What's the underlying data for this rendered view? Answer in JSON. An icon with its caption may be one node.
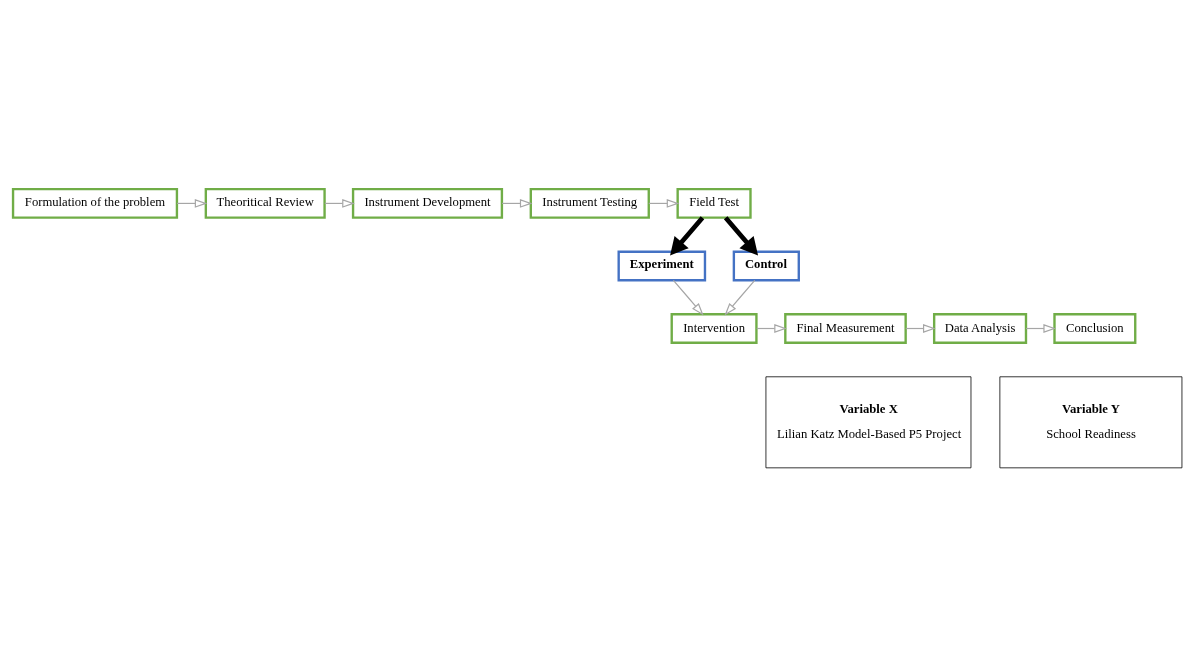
{
  "diagram": {
    "nodes": [
      {
        "text": [
          "Formulation of the problem"
        ]
      },
      {
        "text": [
          "Theoritical Review"
        ]
      },
      {
        "text": [
          "Instrument Development"
        ]
      },
      {
        "text": [
          "Instrument Testing"
        ]
      },
      {
        "text": [
          "Field Test"
        ]
      },
      {
        "text": [
          "Experiment"
        ]
      },
      {
        "text": [
          "Control"
        ]
      },
      {
        "text": [
          "Intervention"
        ]
      },
      {
        "text": [
          "Final Measurement"
        ]
      },
      {
        "text": [
          "Data Analysis"
        ]
      },
      {
        "text": [
          "Conclusion"
        ]
      },
      {
        "text": [
          "Variable X",
          "Lilian Katz Model-Based P5 Project"
        ]
      },
      {
        "text": [
          "Variable Y",
          "School Readiness"
        ]
      }
    ],
    "edges": [
      {
        "from": 0,
        "to": 1,
        "arrow": "to"
      },
      {
        "from": 1,
        "to": 2,
        "arrow": "to"
      },
      {
        "from": 2,
        "to": 3,
        "arrow": "to"
      },
      {
        "from": 3,
        "to": 4,
        "arrow": "to"
      },
      {
        "from": 4,
        "to": 5,
        "arrow": "to",
        "style": "thick",
        "color": "#000000"
      },
      {
        "from": 4,
        "to": 6,
        "arrow": "to",
        "style": "thick",
        "color": "#000000"
      },
      {
        "from": 5,
        "to": 7,
        "arrow": "to"
      },
      {
        "from": 6,
        "to": 7,
        "arrow": "to"
      },
      {
        "from": 7,
        "to": 8,
        "arrow": "to"
      },
      {
        "from": 8,
        "to": 9,
        "arrow": "to"
      },
      {
        "from": 9,
        "to": 10,
        "arrow": "to"
      }
    ]
  }
}
